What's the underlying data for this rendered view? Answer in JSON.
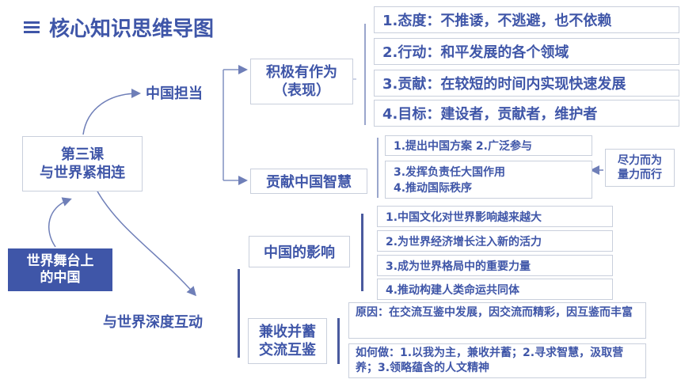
{
  "header": {
    "menu_icon": "menu-icon",
    "title": "核心知识思维导图"
  },
  "root": {
    "label": "世界舞台上\n的中国",
    "color": "#3f56a8"
  },
  "lesson": {
    "label": "第三课\n与世界紧相连"
  },
  "branches": {
    "china_duty": "中国担当",
    "deep_interaction": "与世界深度互动"
  },
  "active": {
    "label": "积极有作为\n（表现）",
    "items": [
      "1.态度：不推诿，不逃避，也不依赖",
      "2.行动：和平发展的各个领域",
      "3.贡献：在较短的时间内实现快速发展",
      "4.目标：建设者，贡献者，维护者"
    ]
  },
  "wisdom": {
    "label": "贡献中国智慧",
    "item1": "1.提出中国方案   2.广泛参与",
    "item2": "3.发挥负责任大国作用",
    "item3": "4.推动国际秩序",
    "side": "尽力而为\n量力而行"
  },
  "influence": {
    "label": "中国的影响",
    "items": [
      "1.中国文化对世界影响越来越大",
      "2.为世界经济增长注入新的活力",
      "3.成为世界格局中的重要力量",
      "4.推动构建人类命运共同体"
    ]
  },
  "exchange": {
    "label": "兼收并蓄\n交流互鉴",
    "reason": "原因：在交流互鉴中发展，因交流而精彩，因互鉴而丰富",
    "how": "如何做：1.以我为主，兼收并蓄；2.寻求智慧，汲取营养；3.领略蕴含的人文精神"
  }
}
